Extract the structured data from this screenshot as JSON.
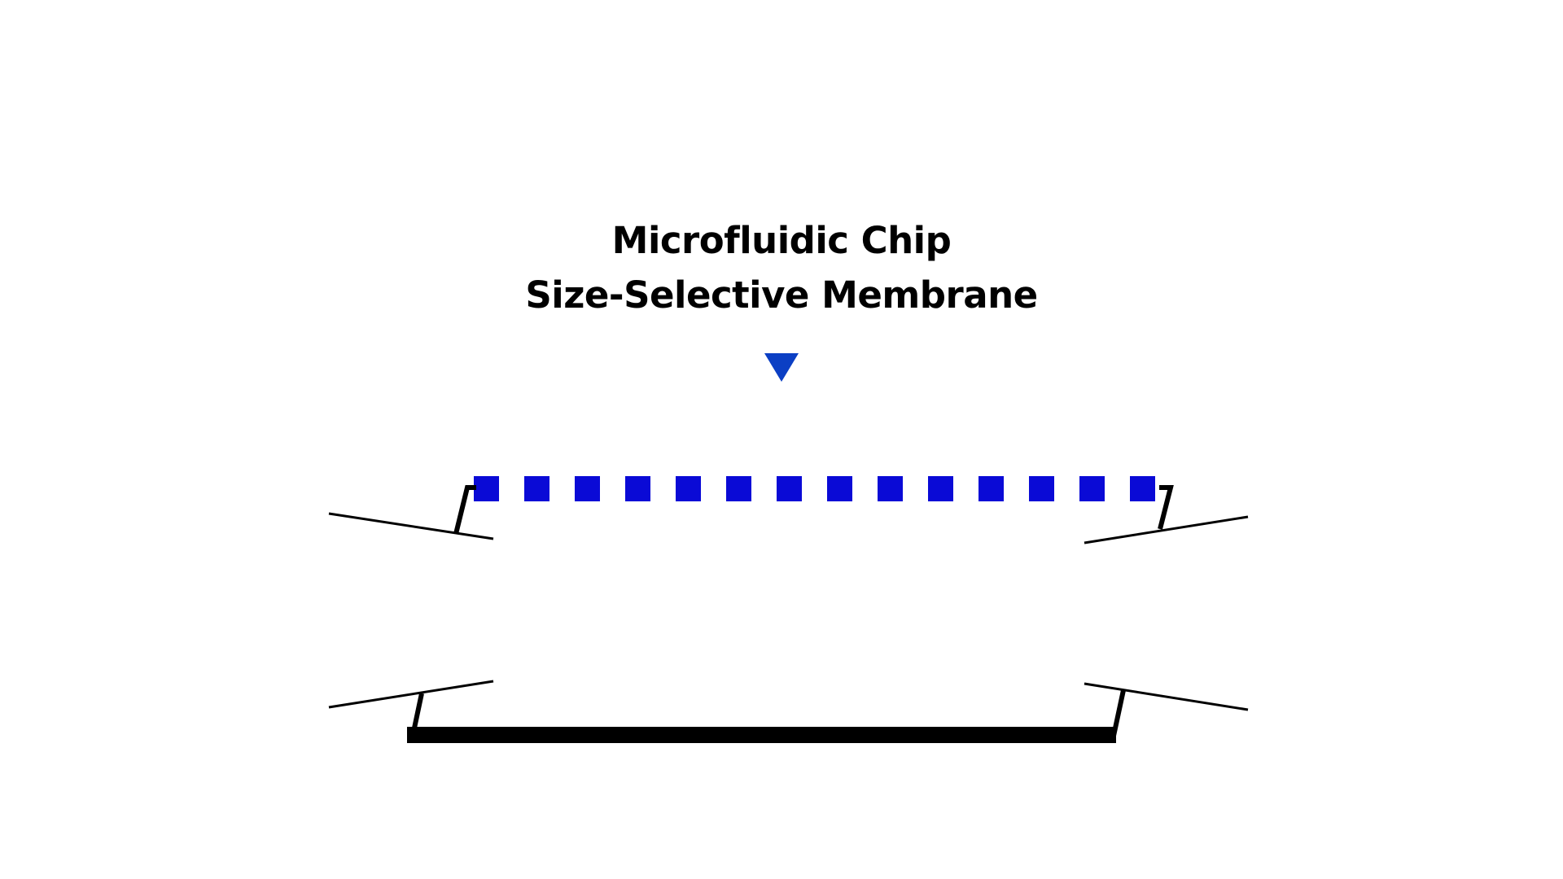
{
  "title": {
    "line1": "Microfluidic Chip",
    "line2": "Size-Selective Membrane"
  },
  "colors": {
    "text": "#000000",
    "pointer": "#0b3fc4",
    "membrane": "#0a0ad6",
    "chip_outline": "#000000",
    "background": "#ffffff"
  },
  "diagram": {
    "pointer_icon": "triangle-down-icon",
    "membrane_pore_count": 14
  }
}
